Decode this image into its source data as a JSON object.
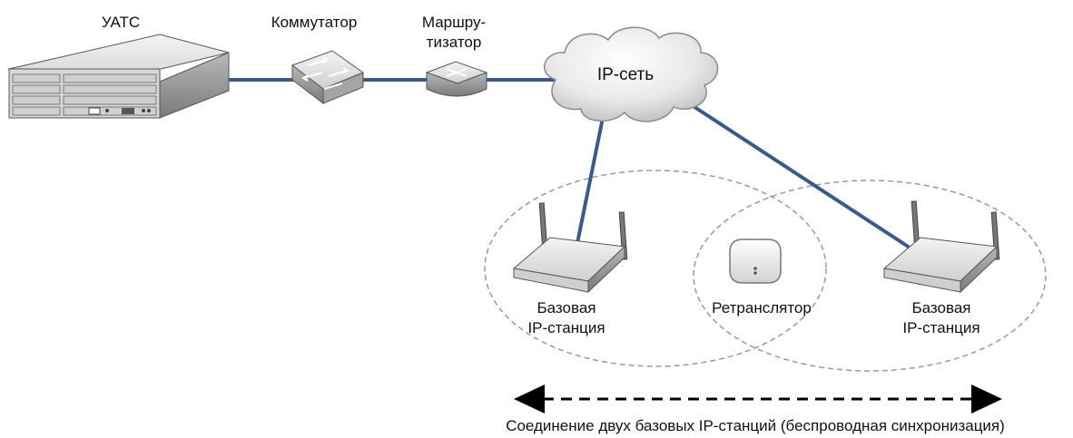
{
  "labels": {
    "pbx": "УАТС",
    "switch": "Коммутатор",
    "router_line1": "Маршру-",
    "router_line2": "тизатор",
    "ip_network": "IP-сеть",
    "base_station_1_line1": "Базовая",
    "base_station_1_line2": "IP-станция",
    "repeater": "Ретранслятор",
    "base_station_2_line1": "Базовая",
    "base_station_2_line2": "IP-станция",
    "sync_caption": "Соединение двух базовых IP-станций (беспроводная синхронизация)"
  },
  "colors": {
    "link": "#3a5a8c",
    "coverage": "#999999",
    "device_light": "#e6e6e6",
    "device_dark": "#8a8a8a",
    "arrow": "#000000"
  }
}
